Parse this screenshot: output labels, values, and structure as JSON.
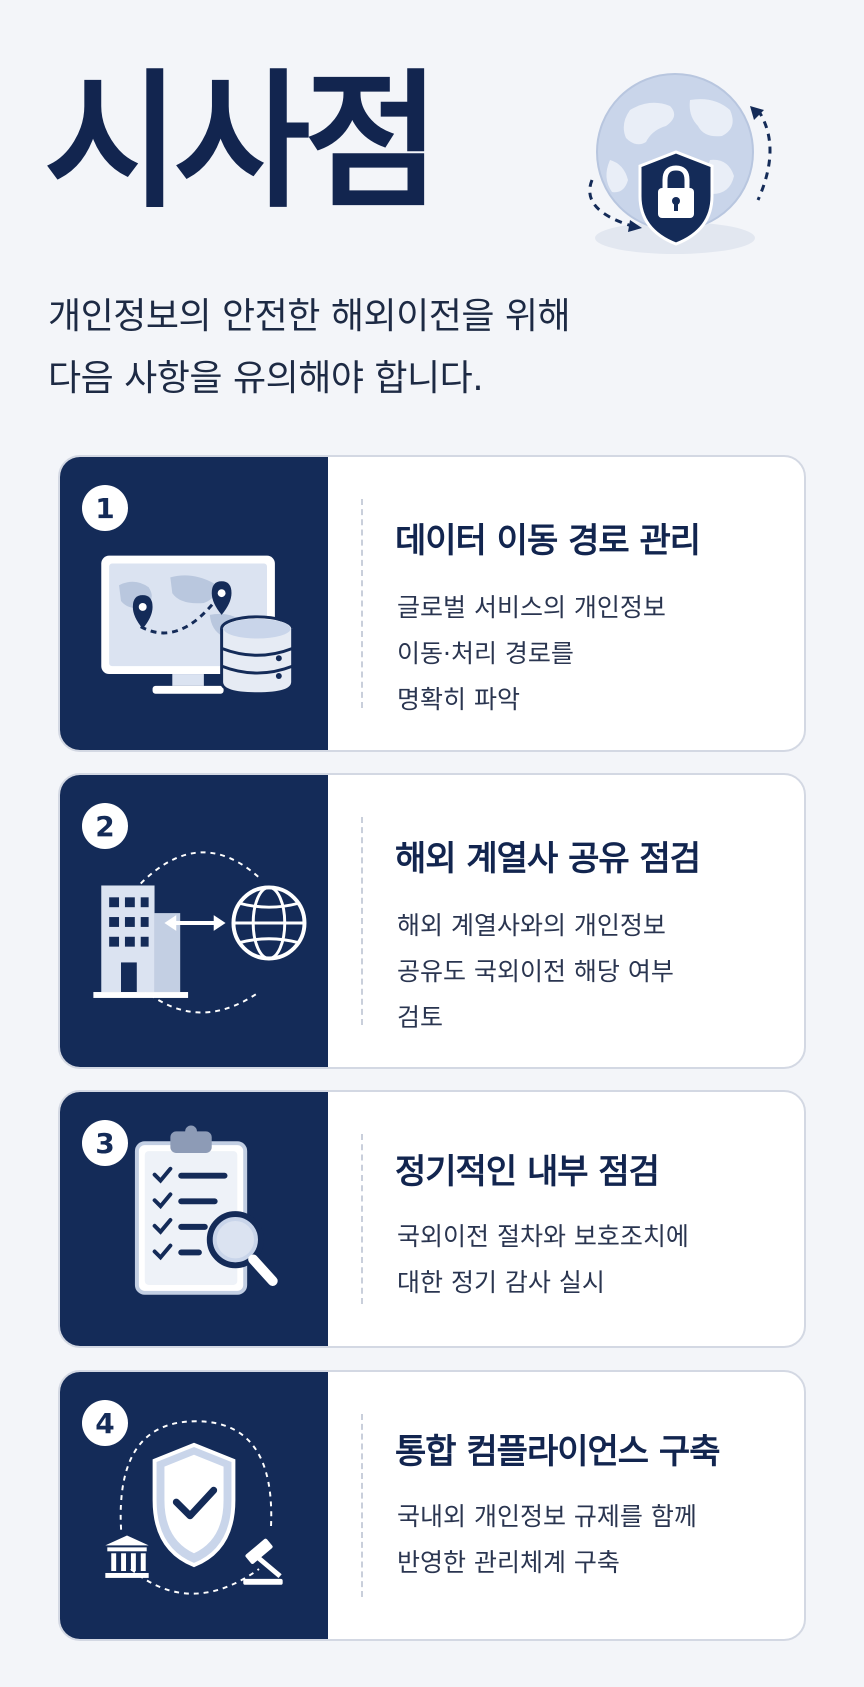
{
  "header": {
    "title": "시사점",
    "subtitle_lines": [
      "개인정보의 안전한 해외이전을 위해",
      "다음 사항을 유의해야 합니다."
    ]
  },
  "colors": {
    "navy": "#142b58",
    "title": "#12254f",
    "background": "#f3f5f9",
    "card": "#ffffff"
  },
  "icons": [
    "globe-shield-lock-icon",
    "monitor-map-database-icon",
    "building-globe-exchange-icon",
    "clipboard-magnifier-icon",
    "shield-check-compliance-icon"
  ],
  "cards": [
    {
      "number": "1",
      "title": "데이터 이동 경로 관리",
      "desc": [
        "글로벌 서비스의 개인정보",
        "이동·처리 경로를",
        "명확히 파악"
      ]
    },
    {
      "number": "2",
      "title": "해외 계열사 공유 점검",
      "desc": [
        "해외 계열사와의 개인정보",
        "공유도 국외이전 해당 여부",
        "검토"
      ]
    },
    {
      "number": "3",
      "title": "정기적인 내부 점검",
      "desc": [
        "국외이전 절차와 보호조치에",
        "대한 정기 감사 실시"
      ]
    },
    {
      "number": "4",
      "title": "통합 컴플라이언스 구축",
      "desc": [
        "국내외 개인정보 규제를 함께",
        "반영한 관리체계 구축"
      ]
    }
  ]
}
